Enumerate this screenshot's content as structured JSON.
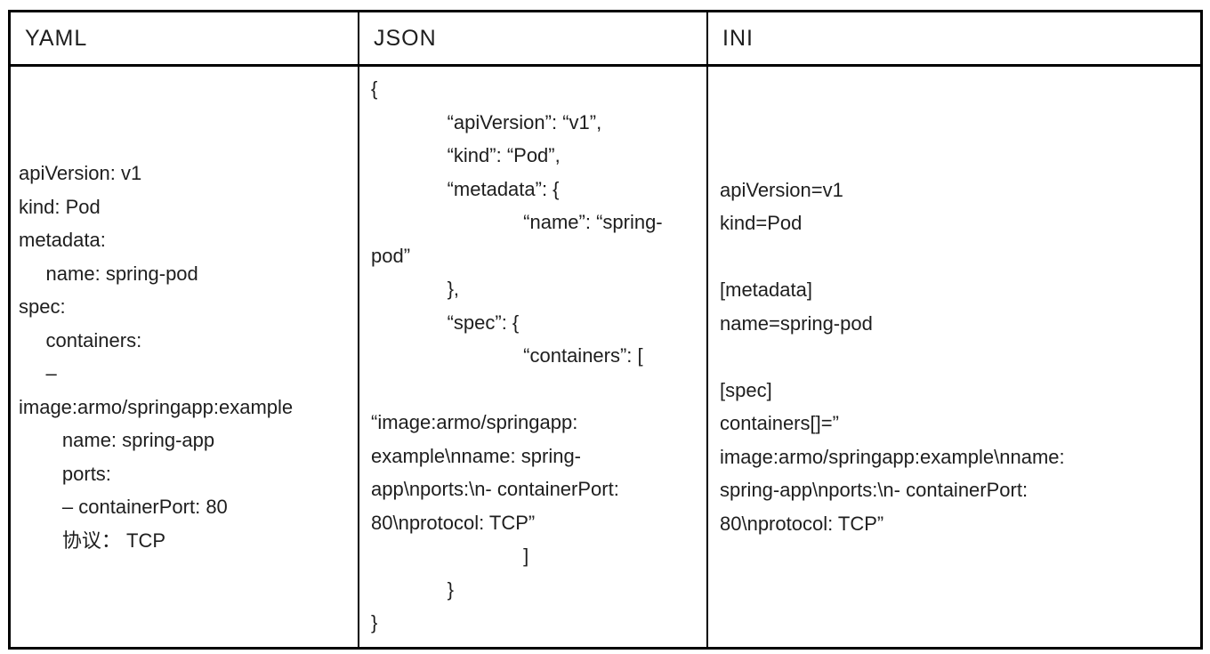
{
  "page": {
    "background_color": "#ffffff",
    "text_color": "#1e1e1e",
    "border_color": "#000000"
  },
  "table": {
    "columns": [
      {
        "header": "YAML",
        "lines": [
          "apiVersion: v1",
          "kind: Pod",
          "metadata:",
          "     name: spring-pod",
          "spec:",
          "     containers:",
          "     –",
          "image:armo/springapp:example",
          "        name: spring-app",
          "        ports:",
          "        – containerPort: 80",
          "        协议： TCP"
        ]
      },
      {
        "header": "JSON",
        "lines": [
          "{",
          "\t“apiVersion”: “v1”,",
          "\t“kind”: “Pod”,",
          "\t“metadata”: {",
          "\t\t“name”: “spring-",
          "pod”",
          "\t},",
          "\t“spec”: {",
          "\t\t“containers”: [",
          "",
          "“image:armo/springapp:",
          "example\\nname: spring-",
          "app\\nports:\\n- containerPort:",
          "80\\nprotocol: TCP”",
          "\t\t]",
          "\t}",
          "}"
        ]
      },
      {
        "header": "INI",
        "lines": [
          "apiVersion=v1",
          "kind=Pod",
          "",
          "[metadata]",
          "name=spring-pod",
          "",
          "[spec]",
          "containers[]=”",
          "image:armo/springapp:example\\nname:",
          "spring-app\\nports:\\n- containerPort:",
          "80\\nprotocol: TCP”"
        ]
      }
    ]
  }
}
